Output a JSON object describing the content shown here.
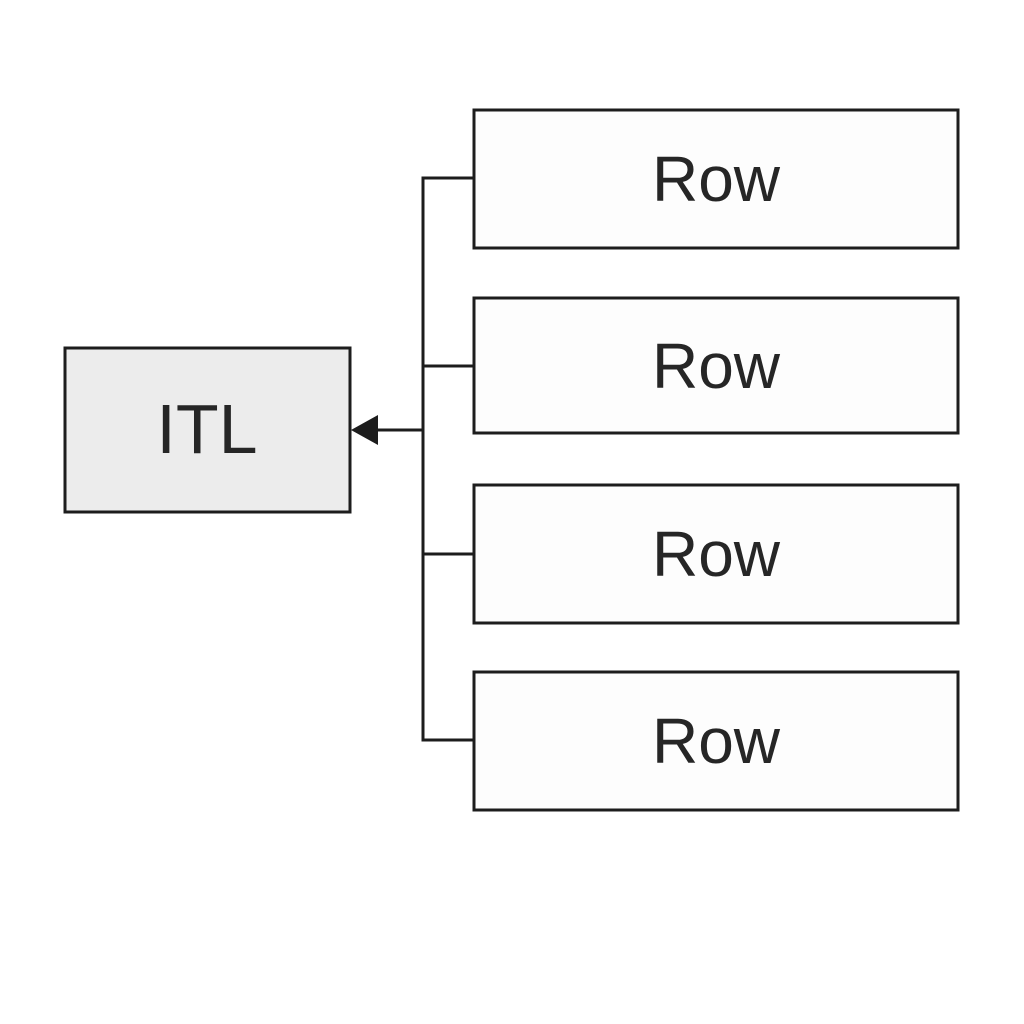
{
  "diagram": {
    "nodes": {
      "parent": {
        "label": "ITL"
      },
      "rows": [
        {
          "label": "Row"
        },
        {
          "label": "Row"
        },
        {
          "label": "Row"
        },
        {
          "label": "Row"
        }
      ]
    },
    "icons": {
      "arrowhead": "left-arrowhead"
    },
    "colors": {
      "background": "#ffffff",
      "line": "#1d1d1d",
      "text": "#262626",
      "parent_fill": "#ececec",
      "row_fill": "#fdfdfd"
    }
  }
}
